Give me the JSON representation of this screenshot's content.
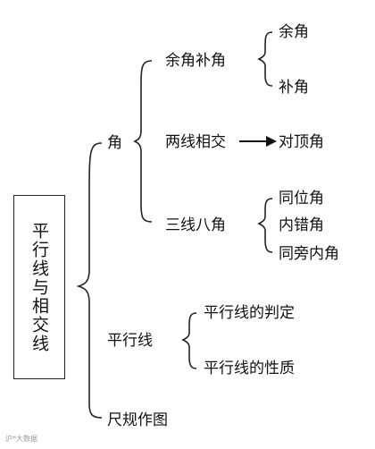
{
  "root": {
    "label": "平行线与相交线"
  },
  "level1": {
    "angle": "角",
    "parallel": "平行线",
    "ruler": "尺规作图"
  },
  "level2": {
    "comp_supp": "余角补角",
    "two_lines": "两线相交",
    "three_lines": "三线八角",
    "judge": "平行线的判定",
    "property": "平行线的性质"
  },
  "level3": {
    "complement": "余角",
    "supplement": "补角",
    "vertical": "对顶角",
    "corresponding": "同位角",
    "alternate": "内错角",
    "same_side": "同旁内角"
  },
  "watermark": "沪*大数据"
}
